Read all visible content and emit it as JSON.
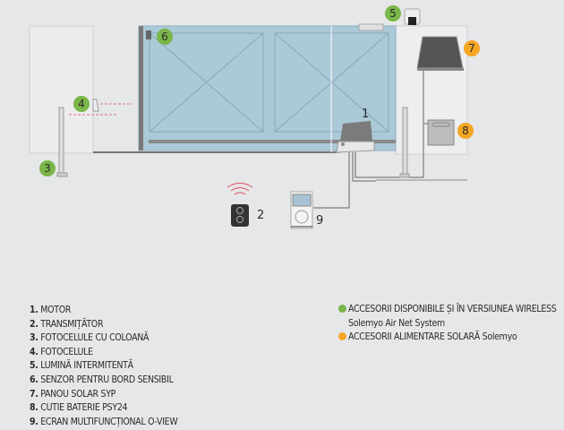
{
  "colors": {
    "wireless": "#7ab648",
    "solar": "#f5a623",
    "gate": "#abc9d7",
    "wall": "#ececee"
  },
  "callouts": {
    "c1": "1",
    "c2": "2",
    "c3": "3",
    "c4": "4",
    "c5": "5",
    "c6": "6",
    "c7": "7",
    "c8": "8",
    "c9": "9"
  },
  "legend": [
    {
      "n": "1.",
      "label": "MOTOR"
    },
    {
      "n": "2.",
      "label": "TRANSMIȚĂTOR"
    },
    {
      "n": "3.",
      "label": "FOTOCELULE CU COLOANĂ"
    },
    {
      "n": "4.",
      "label": "FOTOCELULE"
    },
    {
      "n": "5.",
      "label": "LUMINĂ INTERMITENTĂ"
    },
    {
      "n": "6.",
      "label": "SENZOR PENTRU BORD SENSIBIL"
    },
    {
      "n": "7.",
      "label": "PANOU SOLAR SYP"
    },
    {
      "n": "8.",
      "label": "CUTIE BATERIE PSY24"
    },
    {
      "n": "9.",
      "label": "ECRAN MULTIFUNCȚIONAL O-VIEW"
    }
  ],
  "key": {
    "wireless_line1": "ACCESORII DISPONIBILE ȘI ÎN VERSIUNEA WIRELESS",
    "wireless_line2": "Solemyo Air Net System",
    "solar": "ACCESORII ALIMENTARE SOLARĂ Solemyo"
  }
}
